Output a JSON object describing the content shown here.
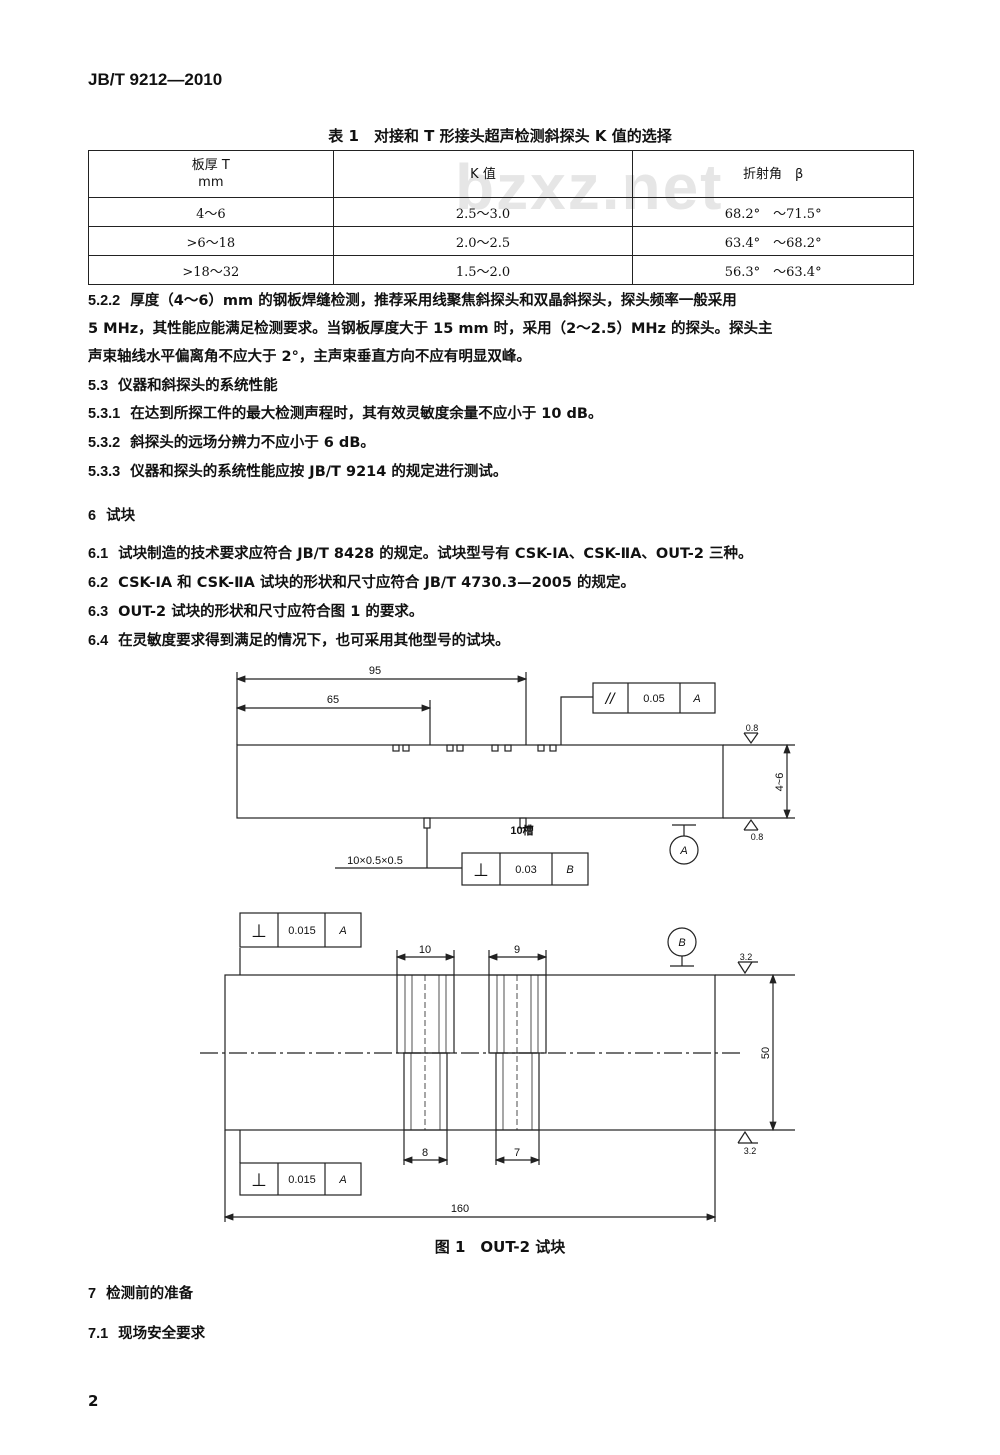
{
  "header": {
    "standard_code": "JB/T 9212—2010"
  },
  "watermark": "bzxz.net",
  "table1": {
    "title": "表 1　对接和 T 形接头超声检测斜探头 K 值的选择",
    "headers": {
      "thickness_line1": "板厚 T",
      "thickness_line2": "mm",
      "k_value": "K 值",
      "angle": "折射角　β"
    },
    "rows": [
      {
        "thickness": "4～6",
        "k": "2.5～3.0",
        "angle": "68.2°　～71.5°"
      },
      {
        "thickness": ">6～18",
        "k": "2.0～2.5",
        "angle": "63.4°　～68.2°"
      },
      {
        "thickness": ">18～32",
        "k": "1.5～2.0",
        "angle": "56.3°　～63.4°"
      }
    ]
  },
  "paragraphs": {
    "p522_num": "5.2.2",
    "p522_line1": "厚度（4～6）mm 的钢板焊缝检测，推荐采用线聚焦斜探头和双晶斜探头，探头频率一般采用",
    "p522_line2": "5 MHz，其性能应能满足检测要求。当钢板厚度大于 15 mm 时，采用（2～2.5）MHz 的探头。探头主",
    "p522_line3": "声束轴线水平偏离角不应大于 2°，主声束垂直方向不应有明显双峰。",
    "p53_num": "5.3",
    "p53_text": "仪器和斜探头的系统性能",
    "p531_num": "5.3.1",
    "p531_text": "在达到所探工件的最大检测声程时，其有效灵敏度余量不应小于 10 dB。",
    "p532_num": "5.3.2",
    "p532_text": "斜探头的远场分辨力不应小于 6 dB。",
    "p533_num": "5.3.3",
    "p533_text": "仪器和探头的系统性能应按 JB/T 9214 的规定进行测试。",
    "s6_num": "6",
    "s6_text": "试块",
    "p61_num": "6.1",
    "p61_text": "试块制造的技术要求应符合 JB/T 8428 的规定。试块型号有 CSK-ⅠA、CSK-ⅡA、OUT-2 三种。",
    "p62_num": "6.2",
    "p62_text": "CSK-ⅠA 和 CSK-ⅡA 试块的形状和尺寸应符合 JB/T 4730.3—2005 的规定。",
    "p63_num": "6.3",
    "p63_text": "OUT-2 试块的形状和尺寸应符合图 1 的要求。",
    "p64_num": "6.4",
    "p64_text": "在灵敏度要求得到满足的情况下，也可采用其他型号的试块。",
    "s7_num": "7",
    "s7_text": "检测前的准备",
    "p71_num": "7.1",
    "p71_text": "现场安全要求"
  },
  "figure1": {
    "caption": "图 1　OUT-2 试块",
    "top_view": {
      "dim_95": "95",
      "dim_65": "65",
      "slots_note": "10槽",
      "slot_size": "10×0.5×0.5",
      "parallel_symbol": "//",
      "parallel_tol": "0.05",
      "parallel_datum": "A",
      "perp_symbol": "⊥",
      "perp_tol": "0.03",
      "perp_datum": "B",
      "thickness": "4~6",
      "roughness": "0.8",
      "datum_label": "A"
    },
    "side_view": {
      "perp_symbol": "⊥",
      "perp_tol_top": "0.015",
      "perp_datum_top": "A",
      "perp_tol_bottom": "0.015",
      "perp_datum_bottom": "A",
      "dim_10": "10",
      "dim_9": "9",
      "dim_8": "8",
      "dim_7": "7",
      "dim_50": "50",
      "dim_160": "160",
      "roughness": "3.2",
      "datum_label": "B"
    }
  },
  "footer": {
    "page_number": "2"
  }
}
